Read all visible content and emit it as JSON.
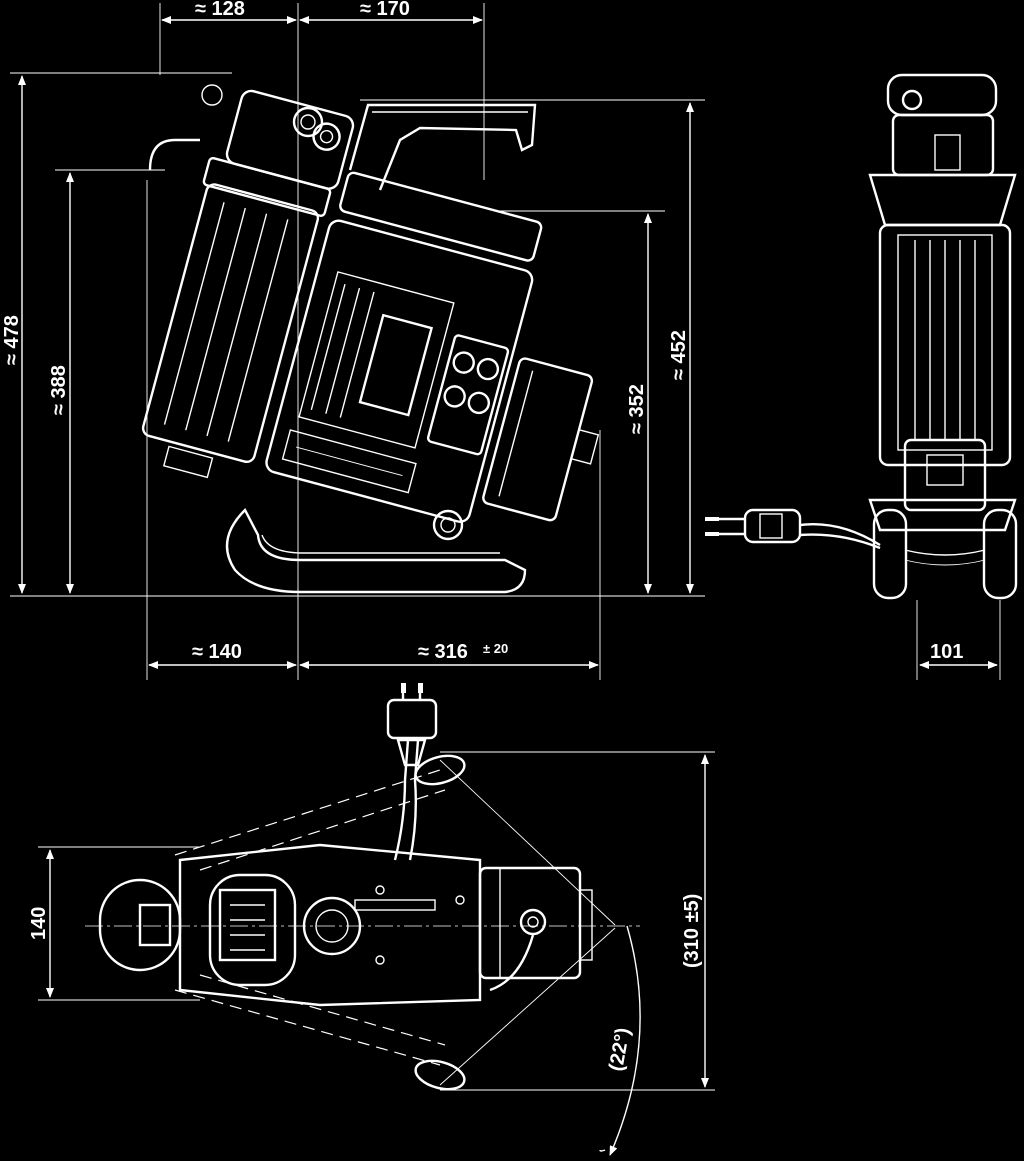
{
  "drawing": {
    "color_background": "#000000",
    "color_lines": "#ffffff",
    "side_view": {
      "top_dim_left": "≈ 128",
      "top_dim_right": "≈ 170",
      "height_overall": "≈ 478",
      "height_inner": "≈ 388",
      "height_right_352": "≈ 352",
      "height_right_452": "≈ 452",
      "bottom_dim_left": "≈ 140",
      "bottom_dim_right": "≈ 316",
      "bottom_dim_right_tol": "± 20"
    },
    "front_view": {
      "width_dim": "101"
    },
    "top_view": {
      "width_dim": "140",
      "radius_dim": "(310 ±5)",
      "angle_dim": "(22°)"
    }
  }
}
